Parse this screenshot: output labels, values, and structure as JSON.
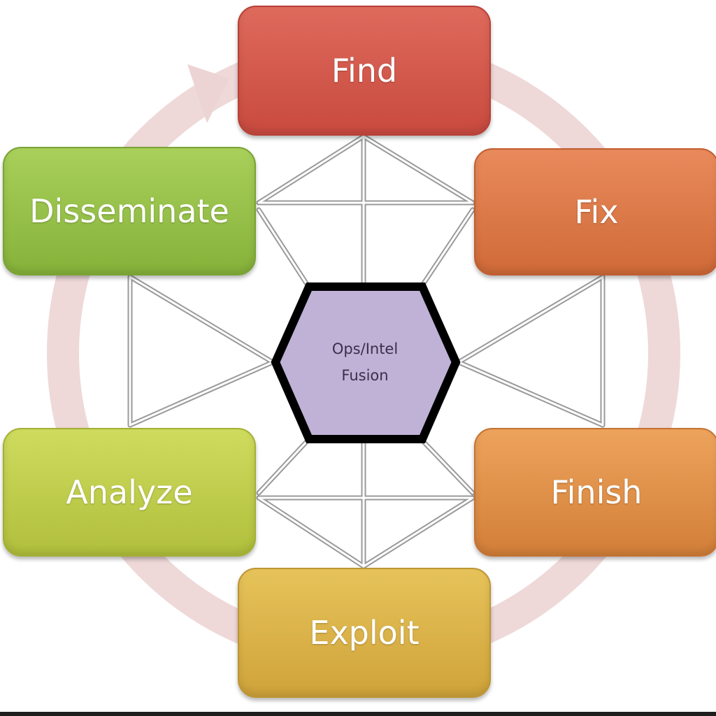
{
  "diagram": {
    "center": {
      "line1": "Ops/Intel",
      "line2": "Fusion"
    },
    "stages": [
      {
        "label": "Find"
      },
      {
        "label": "Fix"
      },
      {
        "label": "Finish"
      },
      {
        "label": "Exploit"
      },
      {
        "label": "Analyze"
      },
      {
        "label": "Disseminate"
      }
    ]
  },
  "colors": {
    "find": "#d65a4d",
    "fix": "#e07a4a",
    "finish": "#e49248",
    "exploit": "#dbb549",
    "analyze": "#c2ce4c",
    "disseminate": "#98c24a",
    "center_fill": "#bfb2d6",
    "cycle_ring": "#ecd4d4"
  }
}
